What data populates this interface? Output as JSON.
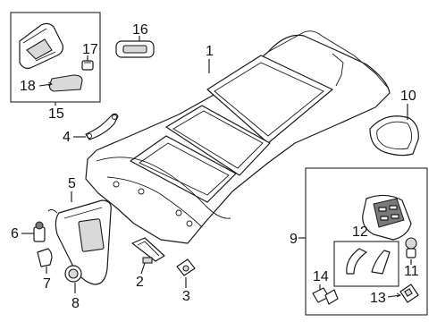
{
  "callouts": {
    "c1": "1",
    "c2": "2",
    "c3": "3",
    "c4": "4",
    "c5": "5",
    "c6": "6",
    "c7": "7",
    "c8": "8",
    "c9": "9",
    "c10": "10",
    "c11": "11",
    "c12": "12",
    "c13": "13",
    "c14": "14",
    "c15": "15",
    "c16": "16",
    "c17": "17",
    "c18": "18"
  },
  "colors": {
    "line": "#1a1a1a",
    "fill": "#ffffff",
    "shade": "#d9d9d9",
    "dark": "#7a7a7a"
  }
}
